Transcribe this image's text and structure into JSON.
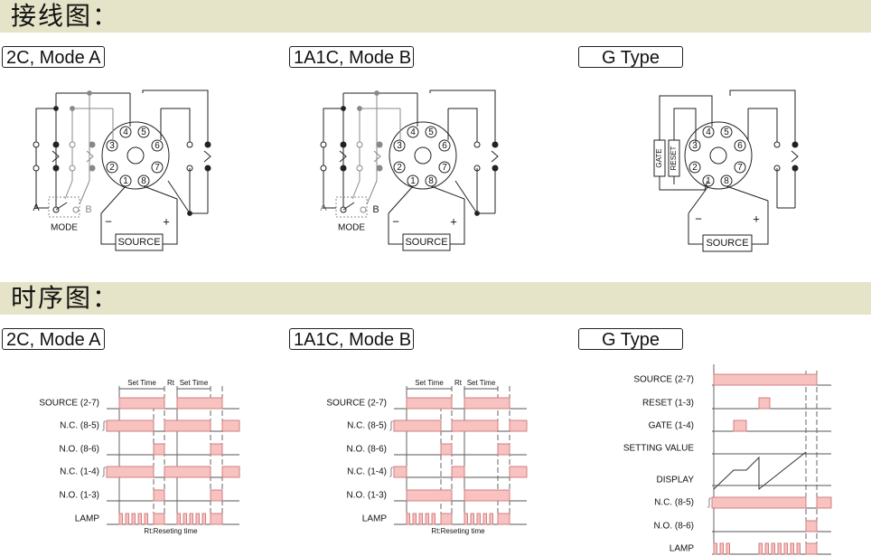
{
  "sections": {
    "wiring_title": "接线图：",
    "timing_title": "时序图："
  },
  "headers": {
    "mode_a": "2C, Mode A",
    "mode_b": "1A1C, Mode B",
    "g_type": "G Type"
  },
  "wiring": {
    "mode_label": "MODE",
    "source_label": "SOURCE",
    "switch_a": "A",
    "switch_b": "B",
    "minus": "−",
    "plus": "+",
    "gate": "GATE",
    "reset": "RESET",
    "pins": [
      "1",
      "2",
      "3",
      "4",
      "5",
      "6",
      "7",
      "8"
    ]
  },
  "timing": {
    "set_time": "Set Time",
    "rt": "Rt",
    "rt_note": "Rt:Reseting time",
    "rows_ab": [
      "SOURCE (2-7)",
      "N.C. (8-5)",
      "N.O. (8-6)",
      "N.C. (1-4)",
      "N.O. (1-3)",
      "LAMP"
    ],
    "rows_g": [
      "SOURCE (2-7)",
      "RESET (1-3)",
      "GATE (1-4)",
      "SETTING VALUE",
      "DISPLAY",
      "N.C. (8-5)",
      "N.O. (8-6)",
      "LAMP"
    ]
  },
  "colors": {
    "fill": "#f7c2c0",
    "fill_stroke": "#d08080",
    "band": "#e6e4c8",
    "line": "#222222",
    "grey": "#888888"
  }
}
